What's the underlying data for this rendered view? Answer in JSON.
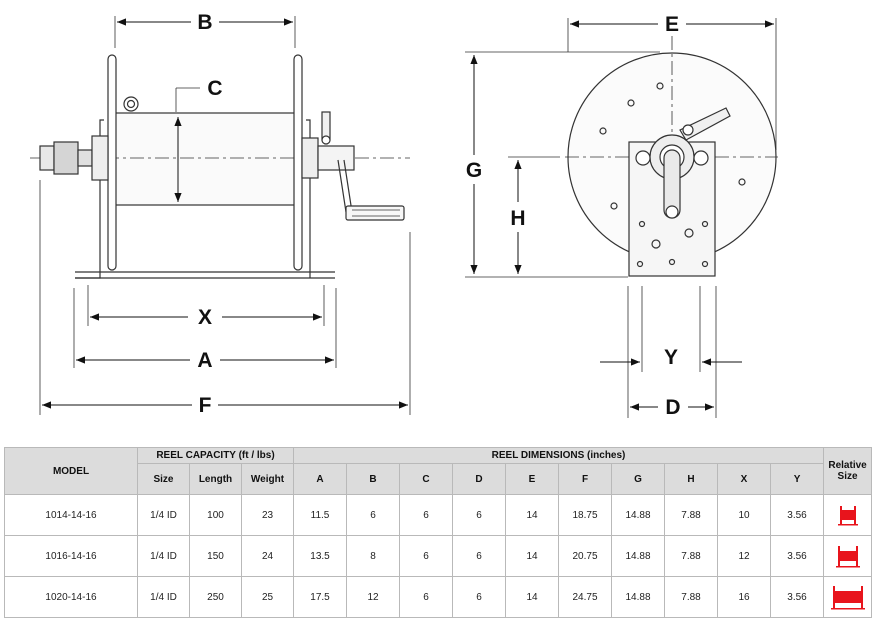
{
  "diagram": {
    "side_view_labels": [
      "B",
      "C",
      "X",
      "A",
      "F"
    ],
    "front_view_labels": [
      "E",
      "G",
      "H",
      "Y",
      "D"
    ]
  },
  "table": {
    "group_headers": {
      "model": "MODEL",
      "capacity": "REEL CAPACITY (ft / lbs)",
      "dimensions": "REEL DIMENSIONS (inches)",
      "relative_size": "Relative Size"
    },
    "column_headers": [
      "Size",
      "Length",
      "Weight",
      "A",
      "B",
      "C",
      "D",
      "E",
      "F",
      "G",
      "H",
      "X",
      "Y"
    ],
    "rows": [
      {
        "model": "1014-14-16",
        "size": "1/4 ID",
        "length": "100",
        "weight": "23",
        "A": "11.5",
        "B": "6",
        "C": "6",
        "D": "6",
        "E": "14",
        "F": "18.75",
        "G": "14.88",
        "H": "7.88",
        "X": "10",
        "Y": "3.56",
        "relative_size_icon": "small-red-reel-icon"
      },
      {
        "model": "1016-14-16",
        "size": "1/4 ID",
        "length": "150",
        "weight": "24",
        "A": "13.5",
        "B": "8",
        "C": "6",
        "D": "6",
        "E": "14",
        "F": "20.75",
        "G": "14.88",
        "H": "7.88",
        "X": "12",
        "Y": "3.56",
        "relative_size_icon": "medium-red-reel-icon"
      },
      {
        "model": "1020-14-16",
        "size": "1/4 ID",
        "length": "250",
        "weight": "25",
        "A": "17.5",
        "B": "12",
        "C": "6",
        "D": "6",
        "E": "14",
        "F": "24.75",
        "G": "14.88",
        "H": "7.88",
        "X": "16",
        "Y": "3.56",
        "relative_size_icon": "large-red-reel-icon"
      }
    ],
    "relative_icon_color": "#e8141c"
  }
}
